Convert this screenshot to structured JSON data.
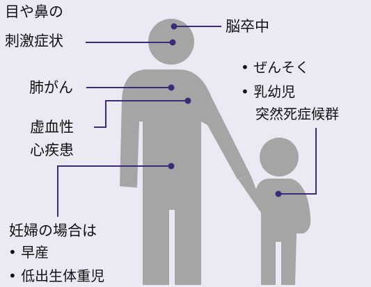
{
  "colors": {
    "background": "#ece9f5",
    "figure": "#a5a5a5",
    "accent": "#3b2a75",
    "text": "#111111"
  },
  "labels": {
    "eye_nose_line1": "目や鼻の",
    "eye_nose_line2": "刺激症状",
    "stroke": "脳卒中",
    "asthma": "ぜんそく",
    "sids_line1": "乳幼児",
    "sids_line2": "突然死症候群",
    "lung_cancer": "肺がん",
    "ihd_line1": "虚血性",
    "ihd_line2": "心疾患",
    "pregnant_title": "妊婦の場合は",
    "premature": "早産",
    "low_birth_weight": "低出生体重児"
  },
  "bullet_symbol": "•"
}
